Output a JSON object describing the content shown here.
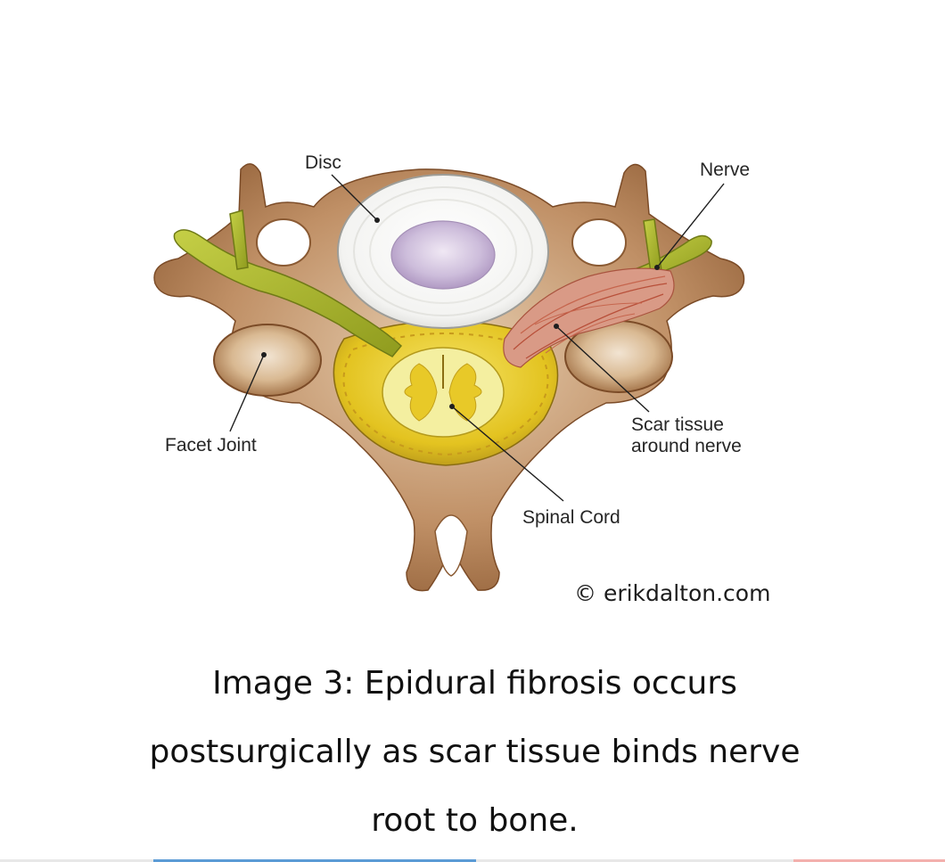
{
  "labels": {
    "disc": "Disc",
    "nerve": "Nerve",
    "facet_joint": "Facet Joint",
    "scar_tissue_line1": "Scar tissue",
    "scar_tissue_line2": "around nerve",
    "spinal_cord": "Spinal Cord"
  },
  "credit": "© erikdalton.com",
  "caption": "Image 3: Epidural fibrosis occurs postsurgically as scar tissue binds nerve root to bone.",
  "colors": {
    "bone": "#a9774b",
    "bone_light": "#dfc3a2",
    "disc": "#f7f7f5",
    "nucleus": "#c8b6d6",
    "nerve": "#a5b52a",
    "canal": "#e2c21f",
    "cord": "#f3ef9b",
    "scar": "#c87565"
  }
}
